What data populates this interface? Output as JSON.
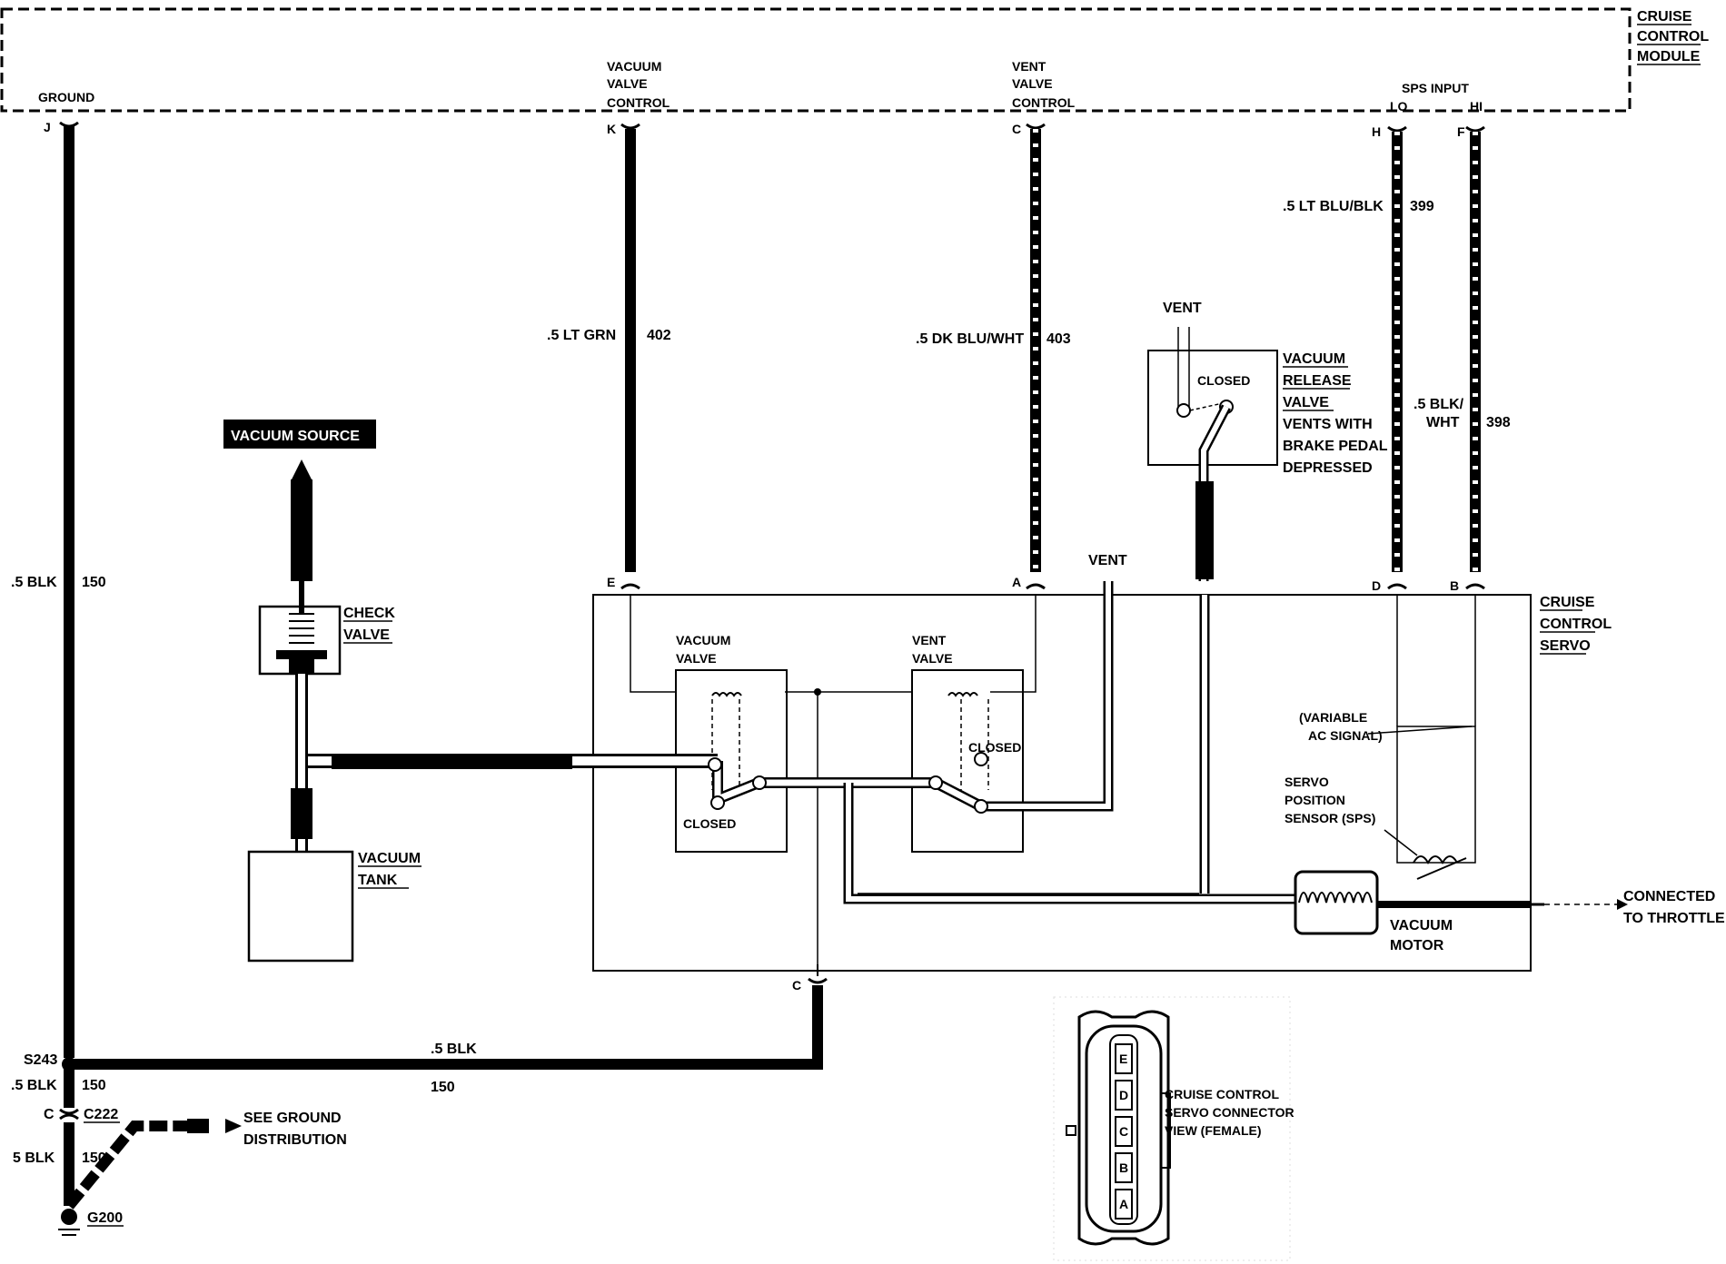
{
  "module": {
    "title_lines": [
      "CRUISE",
      "CONTROL",
      "MODULE"
    ],
    "pins": {
      "ground": "GROUND",
      "vacuum_valve_control": [
        "VACUUM",
        "VALVE",
        "CONTROL"
      ],
      "vent_valve_control": [
        "VENT",
        "VALVE",
        "CONTROL"
      ],
      "sps_input": "SPS INPUT",
      "lo": "LO",
      "hi": "HI"
    },
    "pin_letters": [
      "J",
      "K",
      "C",
      "H",
      "F"
    ]
  },
  "wires": {
    "ground": {
      "color": ".5 BLK",
      "circuit": "150"
    },
    "vacuum": {
      "color": ".5 LT GRN",
      "circuit": "402"
    },
    "vent": {
      "color": ".5 DK BLU/WHT",
      "circuit": "403"
    },
    "sps_lo": {
      "color": ".5 LT BLU/BLK",
      "circuit": "399"
    },
    "sps_hi": {
      "color_lines": [
        ".5 BLK/",
        "WHT"
      ],
      "circuit": "398"
    },
    "servo_ground": {
      "color": ".5 BLK",
      "circuit": "150"
    },
    "splice_lower": {
      "color": ".5 BLK",
      "circuit": "150"
    },
    "ground_lower": {
      "color": "5 BLK",
      "circuit": "150"
    }
  },
  "components": {
    "vacuum_source": "VACUUM SOURCE",
    "check_valve": [
      "CHECK",
      "VALVE"
    ],
    "vacuum_tank": [
      "VACUUM",
      "TANK"
    ],
    "vacuum_release_valve": [
      "VACUUM",
      "RELEASE",
      "VALVE",
      "VENTS WITH",
      "BRAKE PEDAL",
      "DEPRESSED"
    ],
    "vent_top": "VENT",
    "release_closed": "CLOSED",
    "servo_vent": "VENT",
    "cruise_control_servo": [
      "CRUISE",
      "CONTROL",
      "SERVO"
    ],
    "vacuum_valve": [
      "VACUUM",
      "VALVE"
    ],
    "vent_valve": [
      "VENT",
      "VALVE"
    ],
    "closed_1": "CLOSED",
    "closed_2": "CLOSED",
    "variable_ac": [
      "(VARIABLE",
      "AC SIGNAL)"
    ],
    "sps": [
      "SERVO",
      "POSITION",
      "SENSOR (SPS)"
    ],
    "vacuum_motor": [
      "VACUUM",
      "MOTOR"
    ],
    "throttle": [
      "CONNECTED",
      "TO THROTTLE"
    ],
    "servo_pins": [
      "E",
      "A",
      "D",
      "B",
      "C"
    ]
  },
  "grounding": {
    "splice": "S243",
    "connector": "C222",
    "connector_pin": "C",
    "ground": "G200",
    "see_ground": [
      "SEE GROUND",
      "DISTRIBUTION"
    ]
  },
  "connector_view": {
    "caption": [
      "CRUISE CONTROL",
      "SERVO CONNECTOR",
      "VIEW (FEMALE)"
    ],
    "cavities": [
      "E",
      "D",
      "C",
      "B",
      "A"
    ]
  }
}
